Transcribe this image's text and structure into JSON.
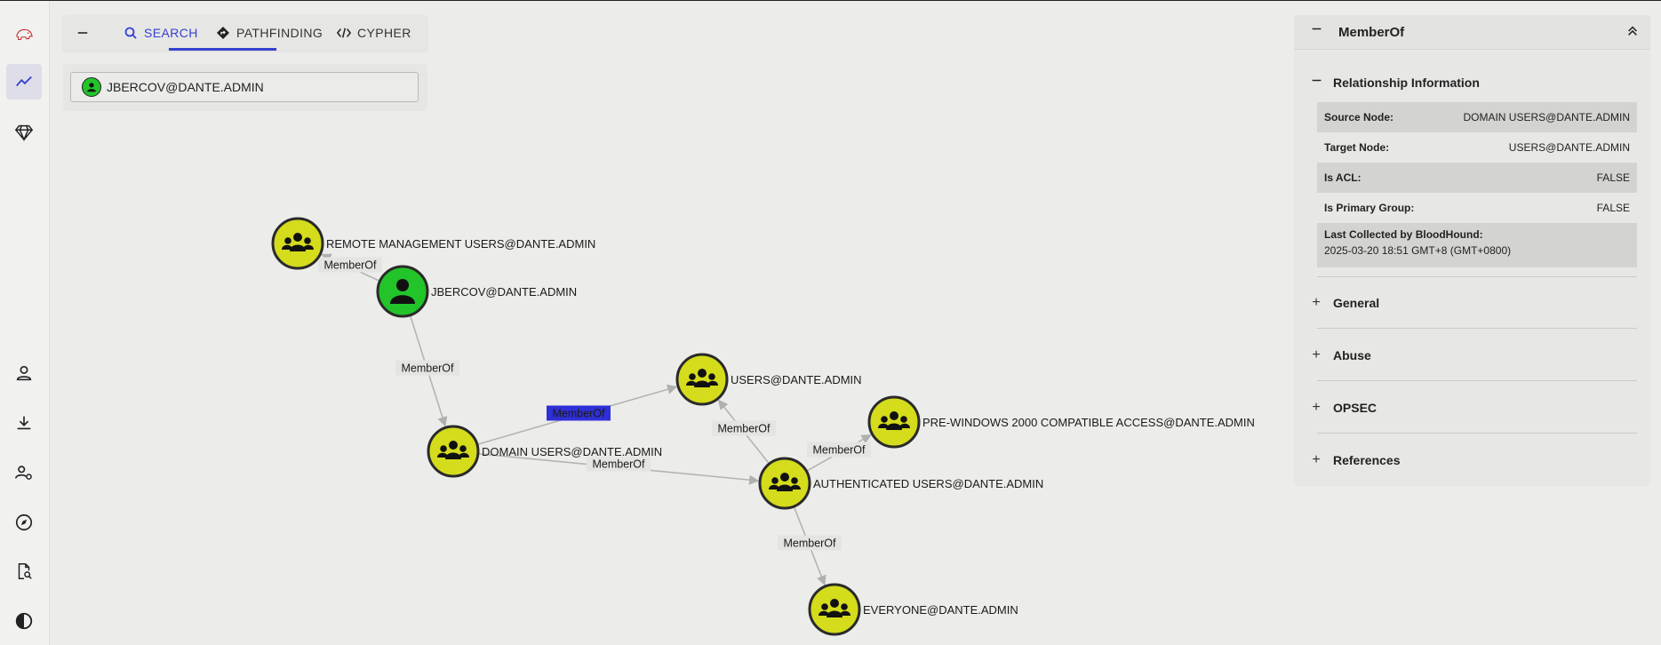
{
  "sidebar": {
    "icons": [
      "bloodhound-logo-icon",
      "explore-graph-icon",
      "gem-icon",
      "user-icon",
      "download-icon",
      "user-gear-icon",
      "compass-icon",
      "file-search-icon",
      "contrast-icon"
    ]
  },
  "search_panel": {
    "tabs": [
      {
        "label": "SEARCH",
        "icon": "search-icon",
        "active": true
      },
      {
        "label": "PATHFINDING",
        "icon": "diamond-arrow-icon",
        "active": false
      },
      {
        "label": "CYPHER",
        "icon": "code-icon",
        "active": false
      }
    ],
    "input_value": "JBERCOV@DANTE.ADMIN"
  },
  "graph": {
    "nodes": [
      {
        "id": "rmu",
        "label": "REMOTE MANAGEMENT USERS@DANTE.ADMIN",
        "kind": "group"
      },
      {
        "id": "jbercov",
        "label": "JBERCOV@DANTE.ADMIN",
        "kind": "user"
      },
      {
        "id": "domusers",
        "label": "DOMAIN USERS@DANTE.ADMIN",
        "kind": "group"
      },
      {
        "id": "users",
        "label": "USERS@DANTE.ADMIN",
        "kind": "group"
      },
      {
        "id": "prewin",
        "label": "PRE-WINDOWS 2000 COMPATIBLE ACCESS@DANTE.ADMIN",
        "kind": "group"
      },
      {
        "id": "authusers",
        "label": "AUTHENTICATED USERS@DANTE.ADMIN",
        "kind": "group"
      },
      {
        "id": "everyone",
        "label": "EVERYONE@DANTE.ADMIN",
        "kind": "group"
      }
    ],
    "edges": [
      {
        "from": "jbercov",
        "to": "rmu",
        "label": "MemberOf",
        "selected": false
      },
      {
        "from": "jbercov",
        "to": "domusers",
        "label": "MemberOf",
        "selected": false
      },
      {
        "from": "domusers",
        "to": "users",
        "label": "MemberOf",
        "selected": true
      },
      {
        "from": "domusers",
        "to": "authusers",
        "label": "MemberOf",
        "selected": false
      },
      {
        "from": "authusers",
        "to": "users",
        "label": "MemberOf",
        "selected": false
      },
      {
        "from": "authusers",
        "to": "prewin",
        "label": "MemberOf",
        "selected": false
      },
      {
        "from": "authusers",
        "to": "everyone",
        "label": "MemberOf",
        "selected": false
      }
    ],
    "colors": {
      "group": "#d4dc1c",
      "user": "#22c429",
      "selected_edge": "#2f2fd8",
      "edge": "#b4b4b4"
    }
  },
  "right_panel": {
    "title": "MemberOf",
    "relationship_info": {
      "heading": "Relationship Information",
      "rows": [
        {
          "key": "Source Node:",
          "value": "DOMAIN USERS@DANTE.ADMIN"
        },
        {
          "key": "Target Node:",
          "value": "USERS@DANTE.ADMIN"
        },
        {
          "key": "Is ACL:",
          "value": "FALSE"
        },
        {
          "key": "Is Primary Group:",
          "value": "FALSE"
        }
      ],
      "last_collected_label": "Last Collected by BloodHound:",
      "last_collected_value": "2025-03-20 18:51 GMT+8 (GMT+0800)"
    },
    "sections": [
      "General",
      "Abuse",
      "OPSEC",
      "References"
    ]
  }
}
